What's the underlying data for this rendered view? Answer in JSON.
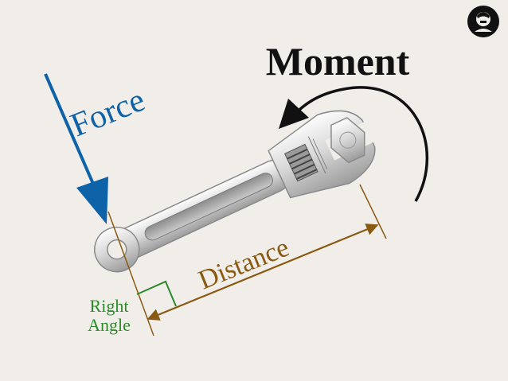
{
  "labels": {
    "moment": "Moment",
    "force": "Force",
    "distance": "Distance",
    "right_angle_line1": "Right",
    "right_angle_line2": "Angle"
  },
  "colors": {
    "background": "#f1eeea",
    "force": "#0e63a8",
    "distance": "#8a5a12",
    "right_angle": "#2a8a2a",
    "moment": "#111111"
  },
  "logo": {
    "icon": "portrait-badge-icon",
    "caption": "sketch of a head"
  }
}
